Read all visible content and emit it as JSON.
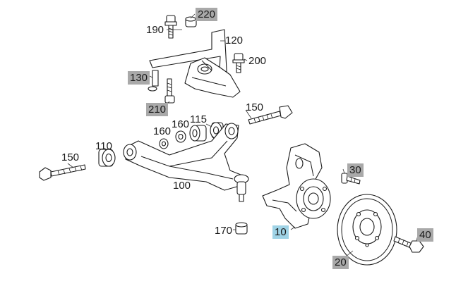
{
  "diagram": {
    "parts": [
      {
        "id": "p220",
        "label": "220",
        "highlight": "gray"
      },
      {
        "id": "p190",
        "label": "190",
        "highlight": "none"
      },
      {
        "id": "p120",
        "label": "120",
        "highlight": "none"
      },
      {
        "id": "p200",
        "label": "200",
        "highlight": "none"
      },
      {
        "id": "p130",
        "label": "130",
        "highlight": "gray"
      },
      {
        "id": "p210",
        "label": "210",
        "highlight": "gray"
      },
      {
        "id": "p150a",
        "label": "150",
        "highlight": "none"
      },
      {
        "id": "p115",
        "label": "115",
        "highlight": "none"
      },
      {
        "id": "p160a",
        "label": "160",
        "highlight": "none"
      },
      {
        "id": "p160b",
        "label": "160",
        "highlight": "none"
      },
      {
        "id": "p110",
        "label": "110",
        "highlight": "none"
      },
      {
        "id": "p150b",
        "label": "150",
        "highlight": "none"
      },
      {
        "id": "p100",
        "label": "100",
        "highlight": "none"
      },
      {
        "id": "p30",
        "label": "30",
        "highlight": "gray"
      },
      {
        "id": "p170",
        "label": "170",
        "highlight": "none"
      },
      {
        "id": "p10",
        "label": "10",
        "highlight": "blue"
      },
      {
        "id": "p40",
        "label": "40",
        "highlight": "gray"
      },
      {
        "id": "p20",
        "label": "20",
        "highlight": "gray"
      }
    ],
    "colors": {
      "gray_label": "#a9a9a9",
      "blue_label": "#9fd3e6",
      "line": "#1a1a1a"
    }
  }
}
